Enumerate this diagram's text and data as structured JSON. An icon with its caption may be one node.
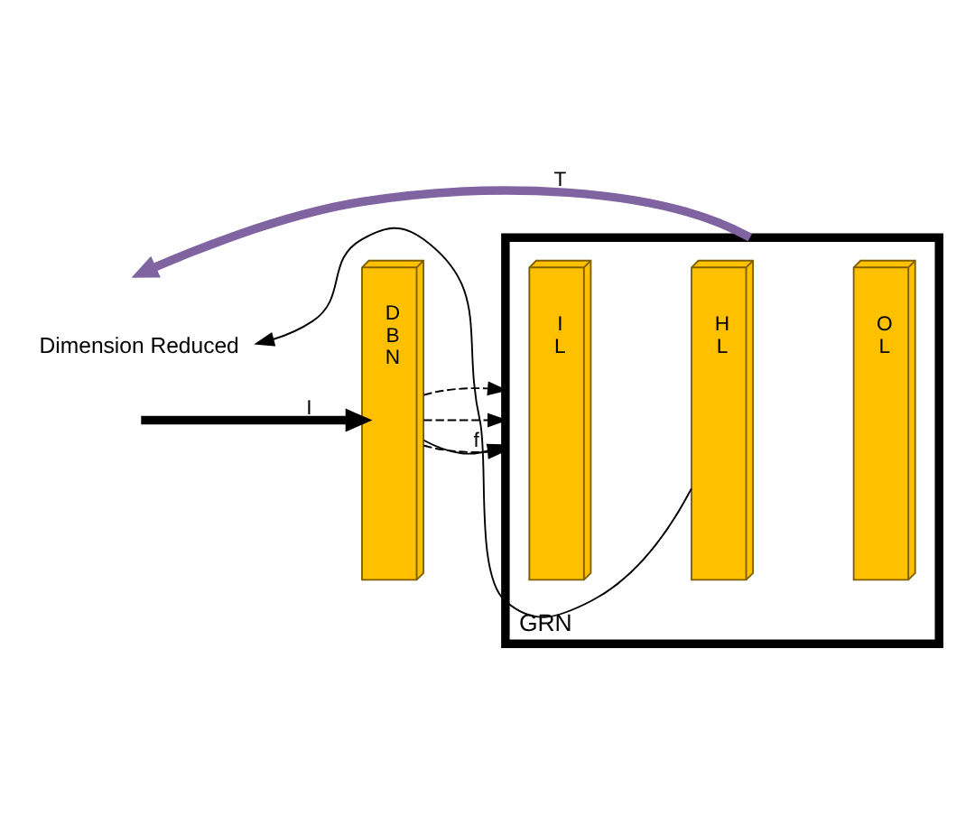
{
  "diagram": {
    "nodes": [
      {
        "text": [
          "D B N"
        ]
      },
      {
        "text": [
          "GRN"
        ]
      },
      {
        "text": [
          "I L"
        ],
        "in": 1
      },
      {
        "text": [
          "H L"
        ],
        "in": 1
      },
      {
        "text": [
          "O L"
        ],
        "in": 1
      },
      {
        "text": [
          "Dimension Reduced"
        ]
      }
    ],
    "edges": [
      {
        "from": null,
        "to": 0,
        "arrow": "to",
        "label": "I",
        "style": "thick"
      },
      {
        "from": 0,
        "to": 1,
        "arrow": "to",
        "style": "dashed"
      },
      {
        "from": 0,
        "to": 1,
        "arrow": "to",
        "style": "dashed"
      },
      {
        "from": 0,
        "to": 1,
        "arrow": "to",
        "style": "dashed"
      },
      {
        "from": 0,
        "to": 1,
        "arrow": "to",
        "label": "f"
      },
      {
        "from": 1,
        "to": null,
        "arrow": "to",
        "label": "T",
        "color": "#8064a2",
        "style": "thick"
      },
      {
        "from": 3,
        "to": 5,
        "arrow": "to"
      }
    ]
  }
}
